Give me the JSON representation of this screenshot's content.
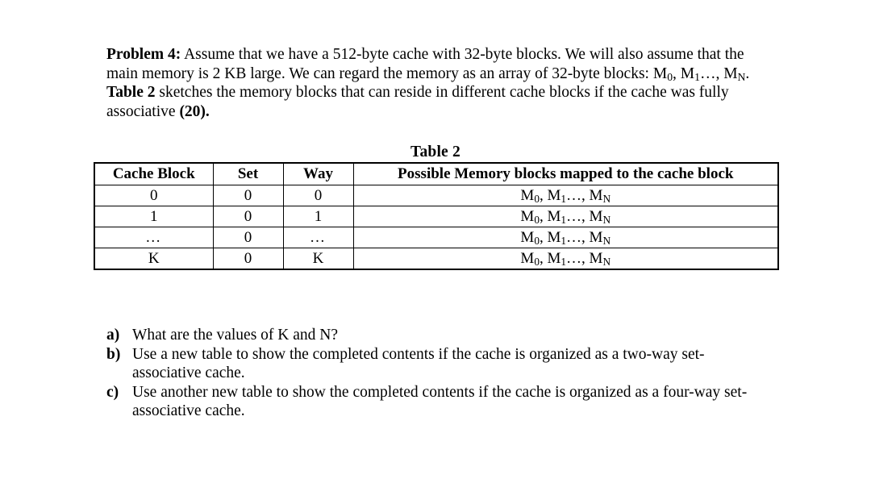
{
  "document": {
    "problem": {
      "label": "Problem 4:",
      "body_part_1": " Assume that we have a 512-byte cache with 32-byte blocks. We will also assume that the main memory is 2 KB large. We can regard the memory as an array of 32-byte blocks: M",
      "text_line1": "Assume that we have a 512-byte cache with 32-byte blocks. We will also assume",
      "text_line2": "that the main memory is 2 KB large. We can regard the memory as an array of 32-byte blocks:",
      "mem_array_prefix": "M",
      "sub_0": "0",
      "sub_1": "1",
      "sub_N": "N",
      "mem_array_text": "M0, M1…, MN.",
      "table_ref": "Table 2",
      "after_table_ref": " sketches the memory blocks that can reside in different cache blocks if the cache was fully associative ",
      "points": "(20).",
      "separator_comma": ", ",
      "ellipsis_comma": "…, "
    },
    "table": {
      "caption": "Table 2",
      "columns": [
        "Cache Block",
        "Set",
        "Way",
        "Possible Memory blocks mapped to the cache block"
      ],
      "rows": [
        {
          "cache_block": "0",
          "set": "0",
          "way": "0",
          "possible": "M0, M1…, MN"
        },
        {
          "cache_block": "1",
          "set": "0",
          "way": "1",
          "possible": "M0, M1…, MN"
        },
        {
          "cache_block": "…",
          "set": "0",
          "way": "…",
          "possible": "M0, M1…, MN"
        },
        {
          "cache_block": "K",
          "set": "0",
          "way": "K",
          "possible": "M0, M1…, MN"
        }
      ]
    },
    "questions": [
      {
        "marker": "a)",
        "text": "What are the values of K and N?"
      },
      {
        "marker": "b)",
        "text": "Use a new table to show the completed contents if the cache is organized as a two-way set-associative cache."
      },
      {
        "marker": "c)",
        "text": "Use another new table to show the completed contents if the cache is organized as a four-way set-associative cache."
      }
    ]
  },
  "colors": {
    "page_background": "#ffffff",
    "text": "#000000",
    "table_border": "#000000"
  }
}
